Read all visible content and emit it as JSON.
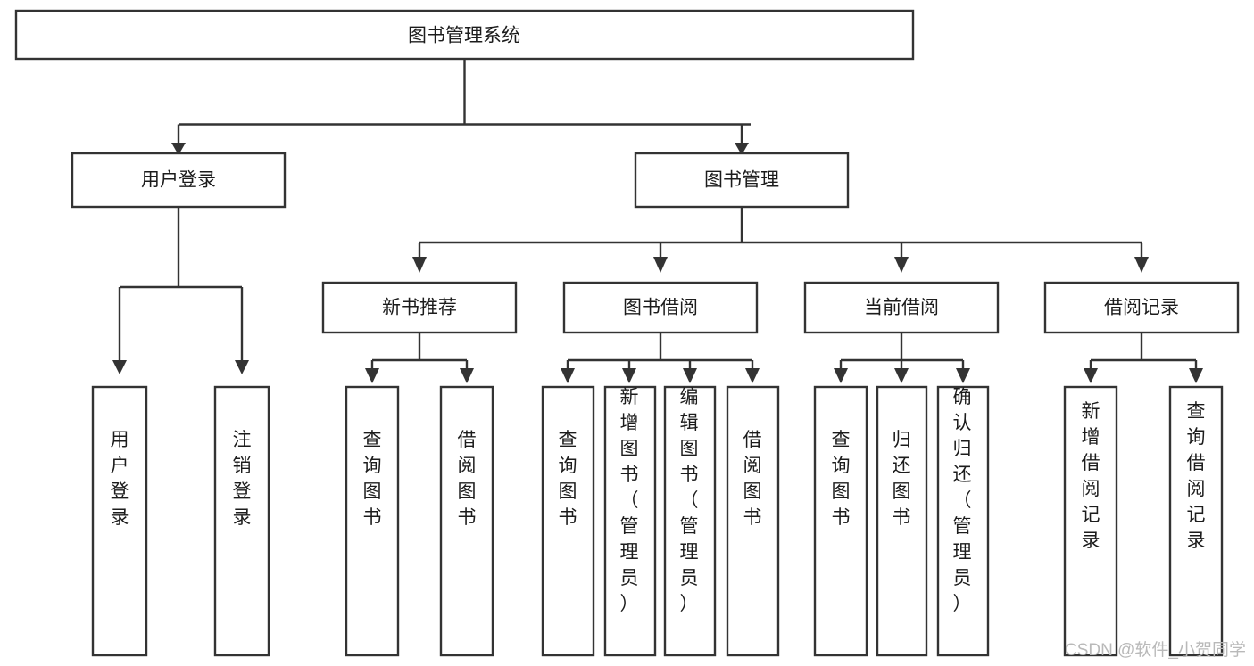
{
  "diagram": {
    "type": "tree-hierarchy",
    "title": "图书管理系统",
    "orientation": "top-down",
    "colors": {
      "box_fill": "#ffffff",
      "box_stroke": "#333333",
      "text": "#1c1c1c",
      "background": "#ffffff",
      "watermark": "#b9b9b9"
    },
    "levels": [
      {
        "level": 1,
        "nodes": [
          {
            "id": "root",
            "label": "图书管理系统",
            "orientation": "horizontal"
          }
        ]
      },
      {
        "level": 2,
        "nodes": [
          {
            "id": "user-login",
            "label": "用户登录",
            "orientation": "horizontal",
            "parent": "root"
          },
          {
            "id": "book-manage",
            "label": "图书管理",
            "orientation": "horizontal",
            "parent": "root"
          }
        ]
      },
      {
        "level": 3,
        "nodes": [
          {
            "id": "new-book-recommend",
            "label": "新书推荐",
            "orientation": "horizontal",
            "parent": "book-manage"
          },
          {
            "id": "book-borrow",
            "label": "图书借阅",
            "orientation": "horizontal",
            "parent": "book-manage"
          },
          {
            "id": "current-borrow",
            "label": "当前借阅",
            "orientation": "horizontal",
            "parent": "book-manage"
          },
          {
            "id": "borrow-record",
            "label": "借阅记录",
            "orientation": "horizontal",
            "parent": "book-manage"
          }
        ]
      },
      {
        "level": 4,
        "nodes": [
          {
            "id": "leaf-user-login",
            "label": "用户登录",
            "orientation": "vertical",
            "parent": "user-login"
          },
          {
            "id": "leaf-logout",
            "label": "注销登录",
            "orientation": "vertical",
            "parent": "user-login"
          },
          {
            "id": "leaf-query-book-1",
            "label": "查询图书",
            "orientation": "vertical",
            "parent": "new-book-recommend"
          },
          {
            "id": "leaf-borrow-book-1",
            "label": "借阅图书",
            "orientation": "vertical",
            "parent": "new-book-recommend"
          },
          {
            "id": "leaf-query-book-2",
            "label": "查询图书",
            "orientation": "vertical",
            "parent": "book-borrow"
          },
          {
            "id": "leaf-add-book",
            "label": "新增图书（管理员）",
            "orientation": "vertical",
            "parent": "book-borrow"
          },
          {
            "id": "leaf-edit-book",
            "label": "编辑图书（管理员）",
            "orientation": "vertical",
            "parent": "book-borrow"
          },
          {
            "id": "leaf-borrow-book-2",
            "label": "借阅图书",
            "orientation": "vertical",
            "parent": "book-borrow"
          },
          {
            "id": "leaf-query-book-3",
            "label": "查询图书",
            "orientation": "vertical",
            "parent": "current-borrow"
          },
          {
            "id": "leaf-return-book",
            "label": "归还图书",
            "orientation": "vertical",
            "parent": "current-borrow"
          },
          {
            "id": "leaf-confirm-return",
            "label": "确认归还（管理员）",
            "orientation": "vertical",
            "parent": "current-borrow"
          },
          {
            "id": "leaf-add-record",
            "label": "新增借阅记录",
            "orientation": "vertical",
            "parent": "borrow-record"
          },
          {
            "id": "leaf-query-record",
            "label": "查询借阅记录",
            "orientation": "vertical",
            "parent": "borrow-record"
          }
        ]
      }
    ]
  },
  "watermark": {
    "text": "CSDN @软件_小贺同学"
  }
}
